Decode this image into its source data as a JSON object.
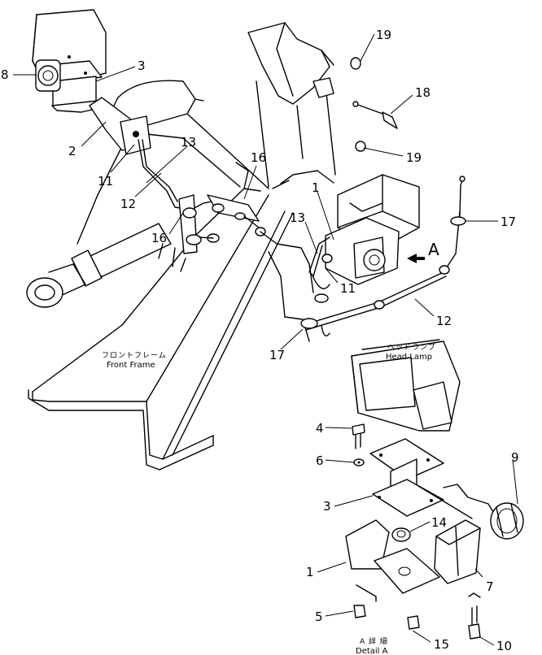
{
  "callouts": {
    "n8": "8",
    "n3_top": "3",
    "n2": "2",
    "n11_left": "11",
    "n13_left": "13",
    "n12_left": "12",
    "n16_top": "16",
    "n16_left": "16",
    "n19_top": "19",
    "n18": "18",
    "n19_mid": "19",
    "n1_top": "1",
    "n13_mid": "13",
    "n11_mid": "11",
    "n17_right": "17",
    "n12_right": "12",
    "n17_bottom": "17",
    "nA": "A",
    "n4": "4",
    "n6": "6",
    "n3_detail": "3",
    "n9": "9",
    "n14": "14",
    "n1_detail": "1",
    "n7": "7",
    "n5": "5",
    "n15": "15",
    "n10": "10"
  },
  "labels": {
    "front_frame_jp": "フロントフレーム",
    "front_frame_en": "Front Frame",
    "head_lamp_jp": "ヘッドランプ",
    "head_lamp_en": "Head Lamp",
    "detail_jp": "A 詳 細",
    "detail_en": "Detail A"
  }
}
